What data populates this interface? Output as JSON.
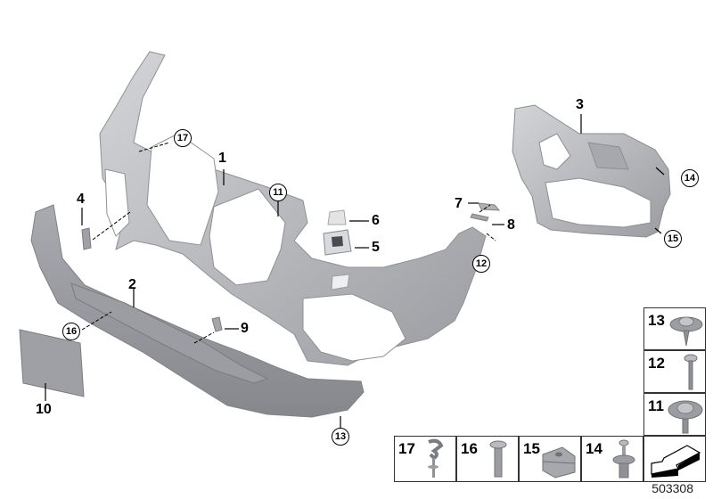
{
  "diagram": {
    "title": "Front bumper trim panel assembly",
    "reference_number": "503308",
    "part_color": "#b4b6ba",
    "callouts": [
      {
        "id": "1",
        "label": "1",
        "part": "bumper trim panel, primed",
        "style": "plain"
      },
      {
        "id": "2",
        "label": "2",
        "part": "lower trim panel",
        "style": "plain"
      },
      {
        "id": "3",
        "label": "3",
        "part": "bumper carrier / support",
        "style": "plain"
      },
      {
        "id": "4",
        "label": "4",
        "part": "cover / grille insert",
        "style": "plain"
      },
      {
        "id": "5",
        "label": "5",
        "part": "towing eye flap holder",
        "style": "plain"
      },
      {
        "id": "6",
        "label": "6",
        "part": "towing eye flap",
        "style": "plain"
      },
      {
        "id": "7",
        "label": "7",
        "part": "trim strip",
        "style": "plain"
      },
      {
        "id": "8",
        "label": "8",
        "part": "bracket",
        "style": "plain"
      },
      {
        "id": "9",
        "label": "9",
        "part": "holder",
        "style": "plain"
      },
      {
        "id": "10",
        "label": "10",
        "part": "license plate base",
        "style": "plain"
      },
      {
        "id": "11",
        "label": "11",
        "part": "collar screw",
        "style": "circled"
      },
      {
        "id": "12",
        "label": "12",
        "part": "screw",
        "style": "circled"
      },
      {
        "id": "13",
        "label": "13",
        "part": "collar screw",
        "style": "circled"
      },
      {
        "id": "14",
        "label": "14",
        "part": "expanding rivet",
        "style": "circled"
      },
      {
        "id": "15",
        "label": "15",
        "part": "clip nut",
        "style": "circled"
      },
      {
        "id": "16",
        "label": "16",
        "part": "screw",
        "style": "circled"
      },
      {
        "id": "17",
        "label": "17",
        "part": "holder clip",
        "style": "circled"
      }
    ],
    "legend": {
      "column_items": [
        {
          "label": "13",
          "icon": "collar-screw-icon"
        },
        {
          "label": "12",
          "icon": "screw-icon"
        },
        {
          "label": "11",
          "icon": "collar-screw-torx-icon"
        }
      ],
      "row_items": [
        {
          "label": "17",
          "icon": "holder-clip-icon"
        },
        {
          "label": "16",
          "icon": "torx-screw-icon"
        },
        {
          "label": "15",
          "icon": "clip-nut-icon"
        },
        {
          "label": "14",
          "icon": "expanding-rivet-icon"
        },
        {
          "label": "",
          "icon": "direction-arrow-icon"
        }
      ]
    }
  }
}
